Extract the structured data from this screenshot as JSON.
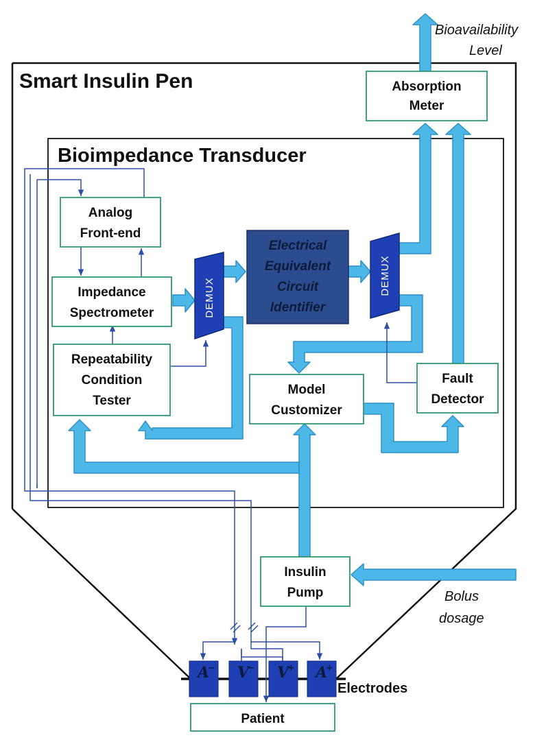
{
  "titles": {
    "outer": "Smart Insulin Pen",
    "inner": "Bioimpedance Transducer"
  },
  "blocks": {
    "analog_front_end": [
      "Analog",
      "Front-end"
    ],
    "impedance_spectrometer": [
      "Impedance",
      "Spectrometer"
    ],
    "repeatability_tester": [
      "Repeatability",
      "Condition",
      "Tester"
    ],
    "eec_identifier": [
      "Electrical",
      "Equivalent",
      "Circuit",
      "Identifier"
    ],
    "model_customizer": [
      "Model",
      "Customizer"
    ],
    "fault_detector": [
      "Fault",
      "Detector"
    ],
    "absorption_meter": [
      "Absorption",
      "Meter"
    ],
    "insulin_pump": [
      "Insulin",
      "Pump"
    ],
    "patient": "Patient"
  },
  "demux": {
    "left": "DEMUX",
    "right": "DEMUX"
  },
  "external_labels": {
    "bioavailability": [
      "Bioavailability",
      "Level"
    ],
    "bolus": [
      "Bolus",
      "dosage"
    ],
    "electrodes": "Electrodes"
  },
  "electrodes": [
    {
      "letter": "A",
      "sup": "−"
    },
    {
      "letter": "V",
      "sup": "−"
    },
    {
      "letter": "V",
      "sup": "+"
    },
    {
      "letter": "A",
      "sup": "+"
    }
  ],
  "colors": {
    "box_border": "#2e9a6e",
    "arrow_fill": "#4db8e8",
    "arrow_edge": "#2a8fc7",
    "thin_line": "#2e4fa8",
    "demux_fill": "#1f3fb5",
    "eec_fill": "#2b4d8f",
    "electrode_fill": "#1f3fb5",
    "outline": "#111111"
  }
}
